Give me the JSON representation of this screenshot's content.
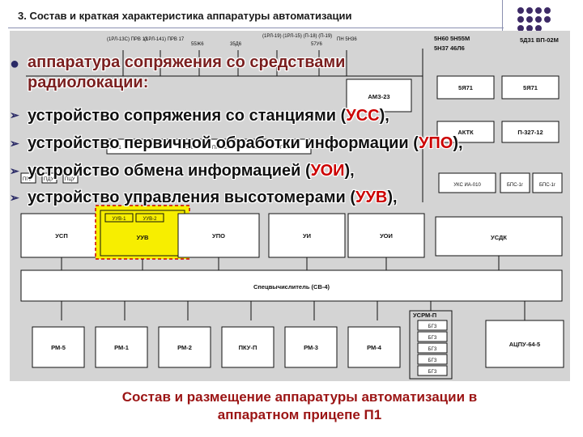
{
  "slide": {
    "title": "3. Состав и краткая характеристика аппаратуры автоматизации"
  },
  "overlay": {
    "main_line1": "аппаратура сопряжения со средствами",
    "main_line2": "радиолокации:",
    "items": [
      {
        "pre": "устройство сопряжения со станциями (",
        "acr": "УСС",
        "post": "),"
      },
      {
        "pre": "устройство первичной обработки информации (",
        "acr": "УПО",
        "post": "),"
      },
      {
        "pre": "устройство обмена информацией (",
        "acr": "УОИ",
        "post": "),"
      },
      {
        "pre": "устройство управления высотомерами (",
        "acr": "УУВ",
        "post": "),"
      }
    ]
  },
  "diagram": {
    "top_labels": [
      "(1РЛ-13С) ПРВ 13",
      "(1РЛ-141) ПРВ 17",
      "55Ж6",
      "35Д6",
      "(1РЛ-19) (1РЛ-15) (П-18) (П-19)",
      "57У6",
      "ПН 5Н36"
    ],
    "top_right": [
      "5Н60 5Н55М",
      "5Н37 46Л6",
      "5Д31 ВП-02М"
    ],
    "amz": "АМЗ-23",
    "ya71_a": "5Я71",
    "ya71_b": "5Я71",
    "aktk": "АКТК",
    "p327": "П-327-12",
    "sub_labels": [
      "ПВ-1",
      "ПВ-2",
      "ППС-1",
      "ППС-2",
      "ППС-3",
      "ППС-4"
    ],
    "small_left": [
      "ПГУ",
      "ПДУ",
      "ПЦУ"
    ],
    "uks": "УКС ИА-010",
    "bps_a": "БПС-1г",
    "bps_b": "БПС-1г",
    "uuv_sub": [
      "УУВ-1",
      "УУВ-2"
    ],
    "blocks": {
      "usp": "УСП",
      "uuv": "УУВ",
      "upo": "УПО",
      "ui": "УИ",
      "uoi": "УОИ",
      "usdk": "УСДК",
      "cv4": "Спецвычислитель (СВ-4)",
      "usrm": "УСРМ-П",
      "acpu": "АЦПУ-64-5"
    },
    "rm_blocks": [
      "РМ-5",
      "РМ-1",
      "РМ-2",
      "ПКУ-П",
      "РМ-3",
      "РМ-4"
    ],
    "bgz": [
      "БГЗ",
      "БГЗ",
      "БГЗ",
      "БГЗ",
      "БГЗ"
    ]
  },
  "caption": {
    "line1": "Состав и размещение аппаратуры автоматизации в",
    "line2": "аппаратном прицепе П1"
  },
  "colors": {
    "accent": "#cc0000",
    "caption": "#9b1414",
    "highlight": "#f7ee00",
    "dots": "#3d2a66"
  }
}
